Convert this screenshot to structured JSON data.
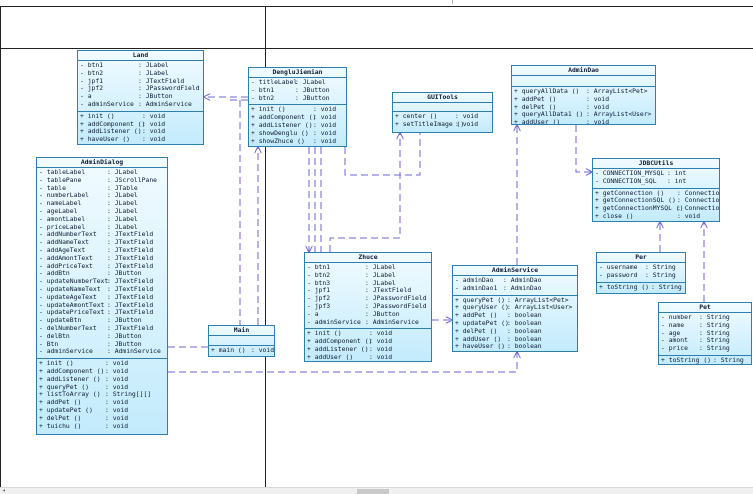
{
  "colors": {
    "box_border": "#2f7fae",
    "box_fill_top": "#f1fbff",
    "box_fill_bottom": "#c3ebfc",
    "edge": "#6b67d6",
    "frame": "#222222"
  },
  "classes": {
    "land": {
      "name": "Land",
      "attributes": [
        [
          "- btn1",
          ": JLabel"
        ],
        [
          "- btn2",
          ": JLabel"
        ],
        [
          "- jpf1",
          ": JTextField"
        ],
        [
          "- jpf2",
          ": JPasswordField"
        ],
        [
          "- a",
          ": JButton"
        ],
        [
          "- adminService",
          ": AdminService"
        ]
      ],
      "methods": [
        [
          "+ init ()",
          ": void"
        ],
        [
          "+ addComponent ()",
          ": void"
        ],
        [
          "+ addListener ()",
          ": void"
        ],
        [
          "+ haveUser ()",
          ": void"
        ]
      ]
    },
    "dengluJieMian": {
      "name": "DengluJiemian",
      "attributes": [
        [
          "- titleLabel",
          ": JLabel"
        ],
        [
          "- btn1",
          ": JButton"
        ],
        [
          "- btn2",
          ": JButton"
        ]
      ],
      "methods": [
        [
          "+ init ()",
          ": void"
        ],
        [
          "+ addComponent ()",
          ": void"
        ],
        [
          "+ addListener ()",
          ": void"
        ],
        [
          "+ showDenglu ()",
          ": void"
        ],
        [
          "+ showZhuce ()",
          ": void"
        ]
      ]
    },
    "guiTools": {
      "name": "GUITools",
      "attributes": [],
      "methods": [
        [
          "+ center ()",
          ": void"
        ],
        [
          "+ setTitleImage ()",
          ": void"
        ]
      ]
    },
    "adminDao": {
      "name": "AdminDao",
      "attributes": [],
      "methods": [
        [
          "+ queryAllData ()",
          ": ArrayList<Pet>"
        ],
        [
          "+ addPet ()",
          ": void"
        ],
        [
          "+ delPet ()",
          ": void"
        ],
        [
          "+ queryAllData1 ()",
          ": ArrayList<User>"
        ],
        [
          "+ addUser ()",
          ": void"
        ]
      ]
    },
    "jdbcUtils": {
      "name": "JDBCUtils",
      "attributes": [
        [
          "- CONNECTION_MYSQL",
          ": int"
        ],
        [
          "- CONNECTION_SQL",
          ": int"
        ]
      ],
      "methods": [
        [
          "+ getConnection ()",
          ": Connection"
        ],
        [
          "+ getConnectionSQL ()",
          ": Connection"
        ],
        [
          "+ getConnectionMYSQL ()",
          ": Connection"
        ],
        [
          "+ close ()",
          ": void"
        ]
      ]
    },
    "adminDialog": {
      "name": "AdminDialog",
      "attributes": [
        [
          "- tableLabel",
          ": JLabel"
        ],
        [
          "- tablePane",
          ": JScrollPane"
        ],
        [
          "- table",
          ": JTable"
        ],
        [
          "- numberLabel",
          ": JLabel"
        ],
        [
          "- nameLabel",
          ": JLabel"
        ],
        [
          "- ageLabel",
          ": JLabel"
        ],
        [
          "- amontLabel",
          ": JLabel"
        ],
        [
          "- priceLabel",
          ": JLabel"
        ],
        [
          "- addNumberText",
          ": JTextField"
        ],
        [
          "- addNameText",
          ": JTextField"
        ],
        [
          "- addAgeText",
          ": JTextField"
        ],
        [
          "- addAmontText",
          ": JTextField"
        ],
        [
          "- addPriceText",
          ": JTextField"
        ],
        [
          "- addBtn",
          ": JButton"
        ],
        [
          "- updateNumberText",
          ": JTextField"
        ],
        [
          "- updateNameText",
          ": JTextField"
        ],
        [
          "- updateAgeText",
          ": JTextField"
        ],
        [
          "- updateAmontText",
          ": JTextField"
        ],
        [
          "- updatePriceText",
          ": JTextField"
        ],
        [
          "- updateBtn",
          ": JButton"
        ],
        [
          "- delNumberText",
          ": JTextField"
        ],
        [
          "- delBtn",
          ": JButton"
        ],
        [
          "- Btn",
          ": JButton"
        ],
        [
          "- adminService",
          ": AdminService"
        ]
      ],
      "methods": [
        [
          "+ init ()",
          ": void"
        ],
        [
          "+ addComponent ()",
          ": void"
        ],
        [
          "+ addListener ()",
          ": void"
        ],
        [
          "+ queryPet ()",
          ": void"
        ],
        [
          "+ listToArray ()",
          ": String[][]"
        ],
        [
          "+ addPet ()",
          ": void"
        ],
        [
          "+ updatePet ()",
          ": void"
        ],
        [
          "+ delPet ()",
          ": void"
        ],
        [
          "+ tuichu ()",
          ": void"
        ]
      ]
    },
    "zhuce": {
      "name": "Zhuce",
      "attributes": [
        [
          "- btn1",
          ": JLabel"
        ],
        [
          "- btn2",
          ": JLabel"
        ],
        [
          "- btn3",
          ": JLabel"
        ],
        [
          "- jpf1",
          ": JTextField"
        ],
        [
          "- jpf2",
          ": JPasswordField"
        ],
        [
          "- jpf3",
          ": JPasswordField"
        ],
        [
          "- a",
          ": JButton"
        ],
        [
          "- adminService",
          ": AdminService"
        ]
      ],
      "methods": [
        [
          "+ init ()",
          ": void"
        ],
        [
          "+ addComponent ()",
          ": void"
        ],
        [
          "+ addListener ()",
          ": void"
        ],
        [
          "+ addUser ()",
          ": void"
        ]
      ]
    },
    "adminService": {
      "name": "AdminService",
      "attributes": [
        [
          "- adminDao",
          ": AdminDao"
        ],
        [
          "- adminDao1",
          ": AdminDao"
        ]
      ],
      "methods": [
        [
          "+ queryPet ()",
          ": ArrayList<Pet>"
        ],
        [
          "+ queryUser ()",
          ": ArrayList<User>"
        ],
        [
          "+ addPet ()",
          ": boolean"
        ],
        [
          "+ updatePet ()",
          ": boolean"
        ],
        [
          "+ delPet ()",
          ": boolean"
        ],
        [
          "+ addUser ()",
          ": boolean"
        ],
        [
          "+ haveUser ()",
          ": boolean"
        ]
      ]
    },
    "main": {
      "name": "Main",
      "attributes": [],
      "methods": [
        [
          "+ main ()",
          ": void"
        ]
      ]
    },
    "per": {
      "name": "Per",
      "attributes": [
        [
          "- username",
          ": String"
        ],
        [
          "- password",
          ": String"
        ]
      ],
      "methods": [
        [
          "+ toString ()",
          ": String"
        ]
      ]
    },
    "pet": {
      "name": "Pet",
      "attributes": [
        [
          "- number",
          ": String"
        ],
        [
          "- name",
          ": String"
        ],
        [
          "- age",
          ": String"
        ],
        [
          "- amont",
          ": String"
        ],
        [
          "- price",
          ": String"
        ]
      ],
      "methods": [
        [
          "+ toString ()",
          ": String"
        ]
      ]
    }
  }
}
